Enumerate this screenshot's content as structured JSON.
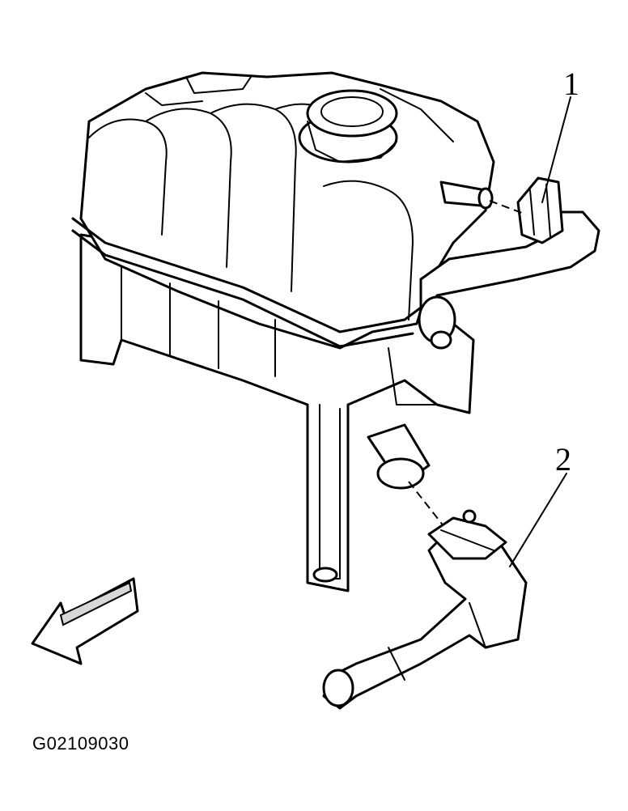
{
  "callouts": [
    {
      "label": "1"
    },
    {
      "label": "2"
    }
  ],
  "figure_code": "G02109030",
  "icons": {
    "reservoir": "coolant-reservoir-icon",
    "hose_upper": "upper-hose-icon",
    "hose_lower": "lower-hose-icon",
    "direction_arrow": "front-direction-arrow-icon"
  },
  "colors": {
    "line": "#000000",
    "background": "#ffffff"
  }
}
